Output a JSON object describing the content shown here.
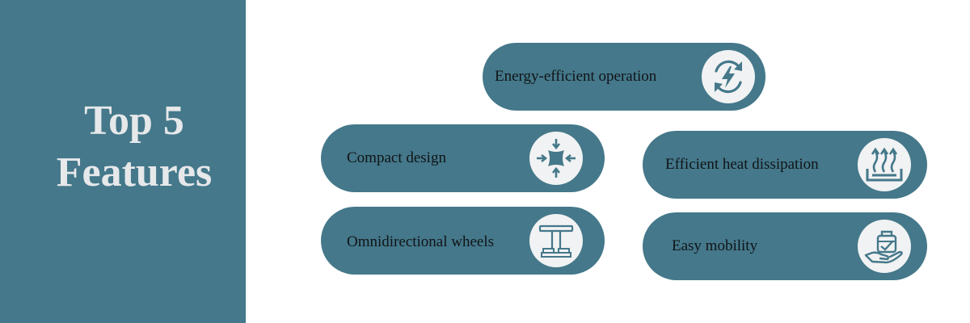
{
  "title": {
    "line1": "Top 5",
    "line2": "Features"
  },
  "features": [
    {
      "label": "Energy-efficient operation",
      "icon": "energy-cycle-icon"
    },
    {
      "label": "Compact design",
      "icon": "compress-arrows-icon"
    },
    {
      "label": "Efficient heat dissipation",
      "icon": "heat-waves-icon"
    },
    {
      "label": "Omnidirectional wheels",
      "icon": "wheel-stand-icon"
    },
    {
      "label": "Easy mobility",
      "icon": "hand-luggage-icon"
    }
  ],
  "colors": {
    "accent": "#44788a",
    "icon_background": "#f1f2f3",
    "title_text": "#e6e8ea",
    "label_text": "#111418"
  }
}
